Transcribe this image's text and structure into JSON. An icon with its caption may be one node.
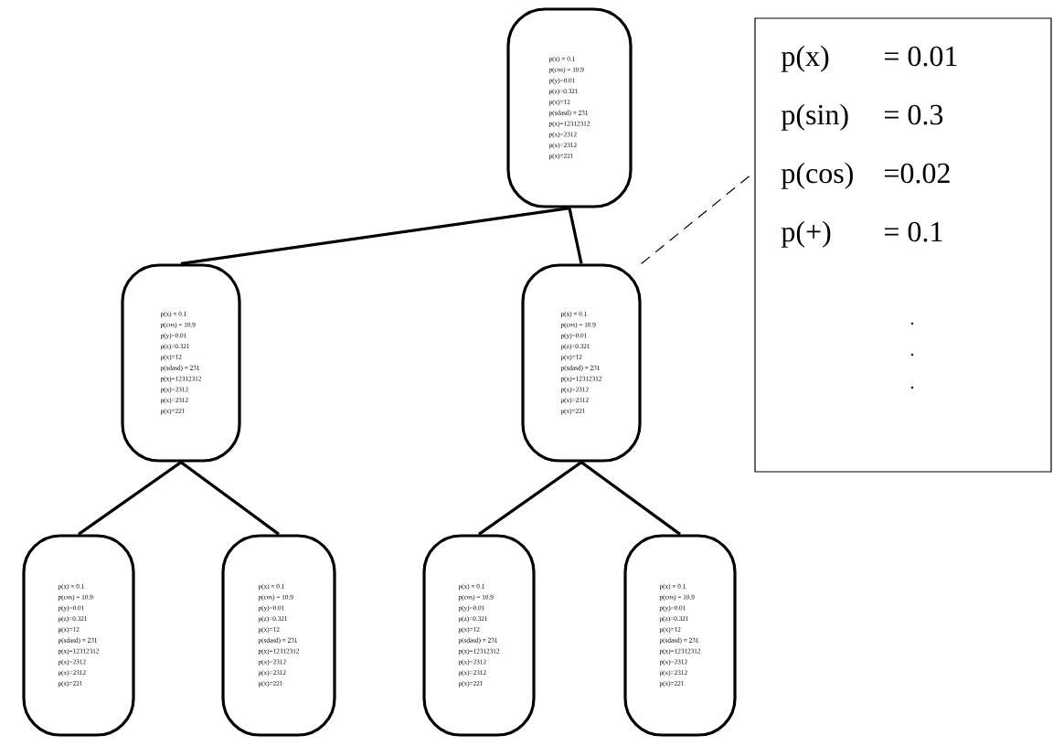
{
  "diagram": {
    "nodes": [
      {
        "text": [
          "p(x) = 0.1",
          "p(cos) = 10.9",
          "p(y)=0.01",
          "p(z)=0.321",
          "p(x)=12",
          "p(sdasd) = 231",
          "p(x)=12312312",
          "p(x)=2312",
          "p(x)=2312",
          "p(x)=221"
        ]
      },
      {
        "text": [
          "p(x) = 0.1",
          "p(cos) = 10.9",
          "p(y)=0.01",
          "p(z)=0.321",
          "p(x)=12",
          "p(sdasd) = 231",
          "p(x)=12312312",
          "p(x)=2312",
          "p(x)=2312",
          "p(x)=221"
        ]
      },
      {
        "text": [
          "p(x) = 0.1",
          "p(cos) = 10.9",
          "p(y)=0.01",
          "p(z)=0.321",
          "p(x)=12",
          "p(sdasd) = 231",
          "p(x)=12312312",
          "p(x)=2312",
          "p(x)=2312",
          "p(x)=221"
        ]
      },
      {
        "text": [
          "p(x) = 0.1",
          "p(cos) = 10.9",
          "p(y)=0.01",
          "p(z)=0.321",
          "p(x)=12",
          "p(sdasd) = 231",
          "p(x)=12312312",
          "p(x)=2312",
          "p(x)=2312",
          "p(x)=221"
        ]
      },
      {
        "text": [
          "p(x) = 0.1",
          "p(cos) = 10.9",
          "p(y)=0.01",
          "p(z)=0.321",
          "p(x)=12",
          "p(sdasd) = 231",
          "p(x)=12312312",
          "p(x)=2312",
          "p(x)=2312",
          "p(x)=221"
        ]
      },
      {
        "text": [
          "p(x) = 0.1",
          "p(cos) = 10.9",
          "p(y)=0.01",
          "p(z)=0.321",
          "p(x)=12",
          "p(sdasd) = 231",
          "p(x)=12312312",
          "p(x)=2312",
          "p(x)=2312",
          "p(x)=221"
        ]
      },
      {
        "text": [
          "p(x) = 0.1",
          "p(cos) = 10.9",
          "p(y)=0.01",
          "p(z)=0.321",
          "p(x)=12",
          "p(sdasd) = 231",
          "p(x)=12312312",
          "p(x)=2312",
          "p(x)=2312",
          "p(x)=221"
        ]
      },
      {
        "text": [
          "p(x)",
          "= 0.01",
          "p(sin)",
          "= 0.3",
          "p(cos)",
          "=0.02",
          "p(+)",
          "= 0.1"
        ]
      }
    ],
    "edges": [
      {
        "from": 0,
        "to": 1,
        "arrow": "none"
      },
      {
        "from": 0,
        "to": 2,
        "arrow": "none"
      },
      {
        "from": 1,
        "to": 3,
        "arrow": "none"
      },
      {
        "from": 1,
        "to": 4,
        "arrow": "none"
      },
      {
        "from": 2,
        "to": 5,
        "arrow": "none"
      },
      {
        "from": 2,
        "to": 6,
        "arrow": "none"
      },
      {
        "from": 2,
        "to": 7,
        "arrow": "none",
        "style": "dashed"
      }
    ]
  }
}
